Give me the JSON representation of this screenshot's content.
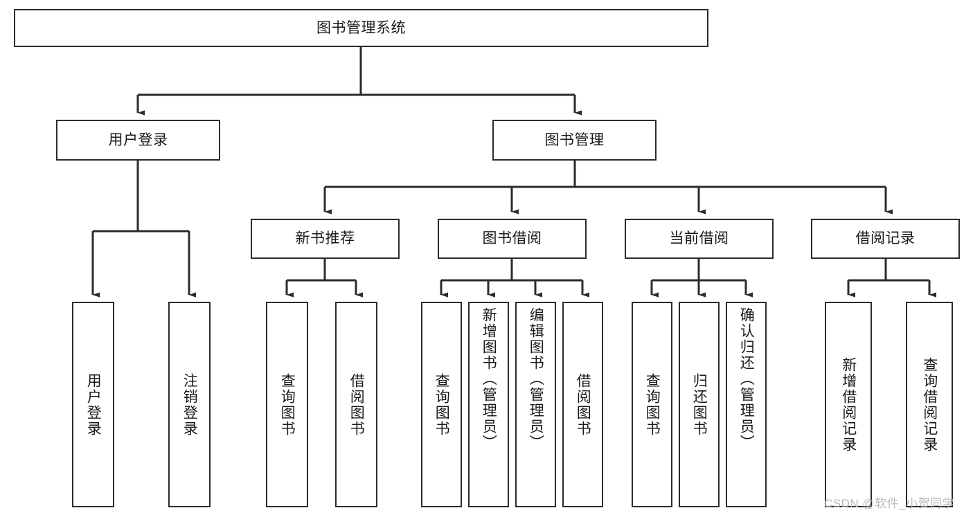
{
  "diagram": {
    "type": "tree-hierarchy-chart",
    "title": "图书管理系统",
    "colors": {
      "box_border": "#2b2b2b",
      "box_fill": "#ffffff",
      "edge": "#2b2b2b",
      "text": "#1a1a1a",
      "watermark": "#b9b9b9",
      "background": "#ffffff"
    },
    "levels": [
      {
        "level": 1,
        "nodes": [
          {
            "id": "root",
            "label": "图书管理系统",
            "orientation": "horizontal"
          }
        ]
      },
      {
        "level": 2,
        "nodes": [
          {
            "id": "login",
            "label": "用户登录",
            "orientation": "horizontal",
            "parent": "root"
          },
          {
            "id": "bookmgmt",
            "label": "图书管理",
            "orientation": "horizontal",
            "parent": "root"
          }
        ]
      },
      {
        "level": 3,
        "nodes": [
          {
            "id": "newbook",
            "label": "新书推荐",
            "orientation": "horizontal",
            "parent": "bookmgmt"
          },
          {
            "id": "borrow",
            "label": "图书借阅",
            "orientation": "horizontal",
            "parent": "bookmgmt"
          },
          {
            "id": "current",
            "label": "当前借阅",
            "orientation": "horizontal",
            "parent": "bookmgmt"
          },
          {
            "id": "records",
            "label": "借阅记录",
            "orientation": "horizontal",
            "parent": "bookmgmt"
          }
        ]
      },
      {
        "level": 4,
        "nodes": [
          {
            "id": "leaf-login-1",
            "label": "用户登录",
            "orientation": "vertical",
            "parent": "login"
          },
          {
            "id": "leaf-login-2",
            "label": "注销登录",
            "orientation": "vertical",
            "parent": "login"
          },
          {
            "id": "leaf-newbook-1",
            "label": "查询图书",
            "orientation": "vertical",
            "parent": "newbook"
          },
          {
            "id": "leaf-newbook-2",
            "label": "借阅图书",
            "orientation": "vertical",
            "parent": "newbook"
          },
          {
            "id": "leaf-borrow-1",
            "label": "查询图书",
            "orientation": "vertical",
            "parent": "borrow"
          },
          {
            "id": "leaf-borrow-2",
            "label": "新增图书（管理员）",
            "orientation": "vertical",
            "parent": "borrow"
          },
          {
            "id": "leaf-borrow-3",
            "label": "编辑图书（管理员）",
            "orientation": "vertical",
            "parent": "borrow"
          },
          {
            "id": "leaf-borrow-4",
            "label": "借阅图书",
            "orientation": "vertical",
            "parent": "borrow"
          },
          {
            "id": "leaf-current-1",
            "label": "查询图书",
            "orientation": "vertical",
            "parent": "current"
          },
          {
            "id": "leaf-current-2",
            "label": "归还图书",
            "orientation": "vertical",
            "parent": "current"
          },
          {
            "id": "leaf-current-3",
            "label": "确认归还（管理员）",
            "orientation": "vertical",
            "parent": "current"
          },
          {
            "id": "leaf-records-1",
            "label": "新增借阅记录",
            "orientation": "vertical",
            "parent": "records"
          },
          {
            "id": "leaf-records-2",
            "label": "查询借阅记录",
            "orientation": "vertical",
            "parent": "records"
          }
        ]
      }
    ],
    "watermark": "CSDN @软件_小贺同学"
  }
}
